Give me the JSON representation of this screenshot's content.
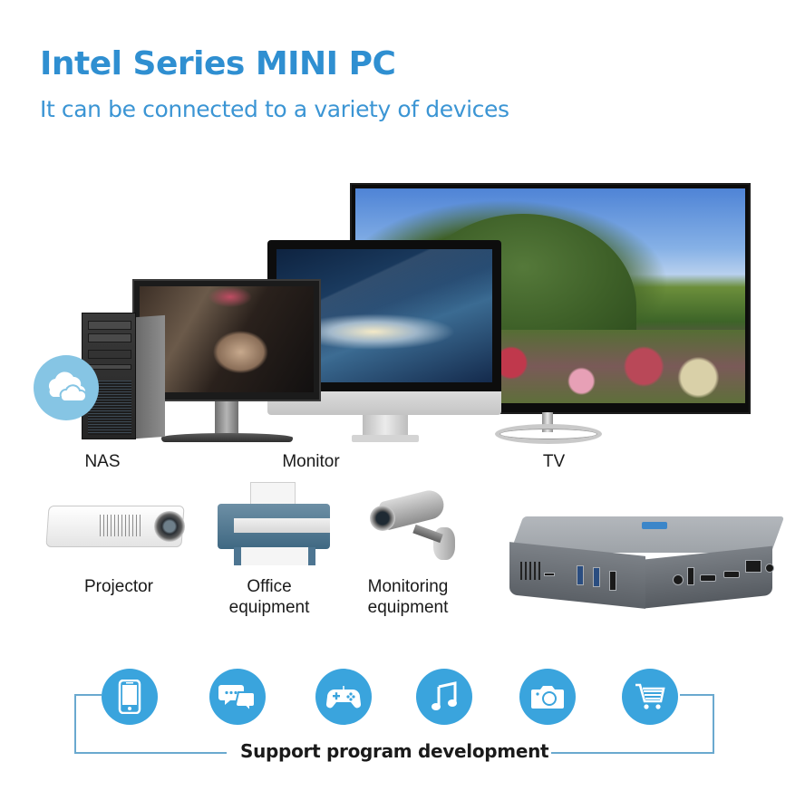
{
  "header": {
    "title": "Intel Series MINI PC",
    "subtitle": "It can be connected to a variety of devices"
  },
  "devices_row1": [
    {
      "id": "nas",
      "label": "NAS",
      "icon": "cloud-icon"
    },
    {
      "id": "monitor",
      "label": "Monitor"
    },
    {
      "id": "tv",
      "label": "TV"
    }
  ],
  "devices_row2": [
    {
      "id": "projector",
      "label_line1": "Projector",
      "label_line2": ""
    },
    {
      "id": "office",
      "label_line1": "Office",
      "label_line2": "equipment"
    },
    {
      "id": "monitoring",
      "label_line1": "Monitoring",
      "label_line2": "equipment"
    }
  ],
  "product": {
    "name": "mini-pc",
    "logo_color": "#3b86c9"
  },
  "support": {
    "label": "Support program development",
    "icons": [
      {
        "name": "smartphone-icon"
      },
      {
        "name": "chat-bubbles-icon"
      },
      {
        "name": "gamepad-icon"
      },
      {
        "name": "music-note-icon"
      },
      {
        "name": "camera-icon"
      },
      {
        "name": "shopping-cart-icon"
      }
    ]
  },
  "colors": {
    "title": "#2f8fd1",
    "subtitle": "#3b95d4",
    "icon_circle": "#3aa4dd",
    "cloud_badge": "#86c5e4",
    "bracket_line": "#6aa9cf"
  }
}
